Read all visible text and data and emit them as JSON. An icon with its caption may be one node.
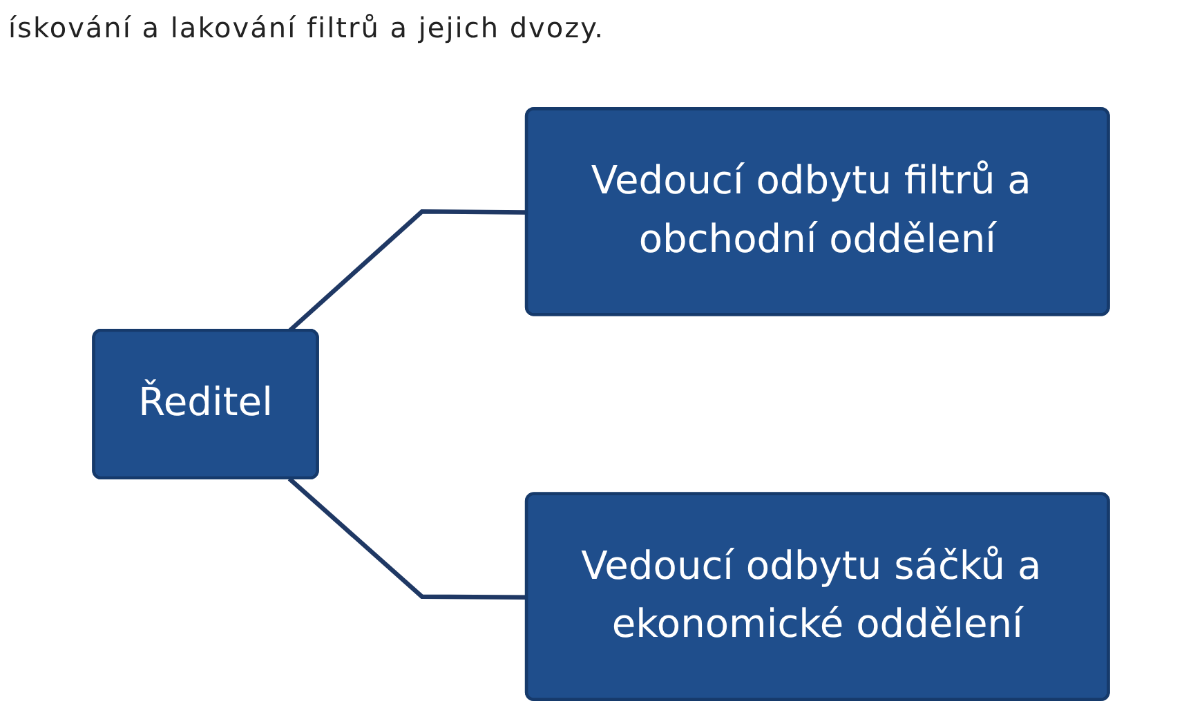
{
  "diagram": {
    "nodes": [
      {
        "text": [
          "Ředitel"
        ]
      },
      {
        "text": [
          "Vedoucí odbytu filtrů a obchodní oddělení"
        ]
      },
      {
        "text": [
          "Vedoucí odbytu sáčků a ekonomické oddělení"
        ]
      }
    ],
    "edges": [
      {
        "from": 0,
        "to": 1,
        "arrow": "none"
      },
      {
        "from": 0,
        "to": 2,
        "arrow": "none"
      }
    ],
    "labels": [
      "ískování a lakování filtrů a jejich dvozy."
    ]
  }
}
